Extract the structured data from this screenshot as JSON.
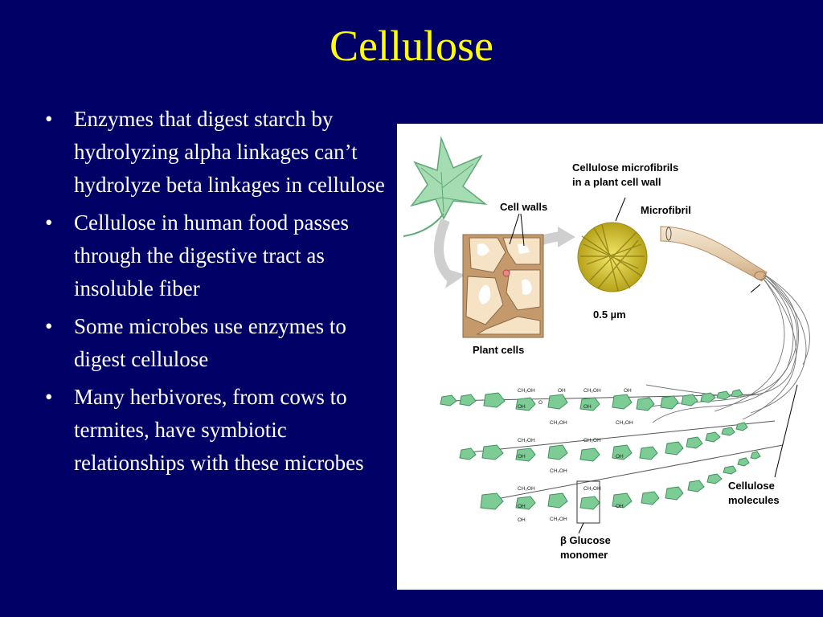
{
  "slide": {
    "title": "Cellulose",
    "bullets": [
      "Enzymes that digest starch by hydrolyzing alpha linkages can’t hydrolyze beta linkages in cellulose",
      "Cellulose in human food passes through the digestive tract as insoluble fiber",
      "Some microbes use enzymes to digest cellulose",
      "Many herbivores, from cows to termites, have symbiotic relationships with these microbes"
    ],
    "bullet_glyph": "•"
  },
  "figure": {
    "labels": {
      "microfibrils_line1": "Cellulose microfibrils",
      "microfibrils_line2": "in a plant cell wall",
      "cell_walls": "Cell walls",
      "microfibril": "Microfibril",
      "scale": "0.5 µm",
      "plant_cells": "Plant cells",
      "cellulose_molecules_line1": "Cellulose",
      "cellulose_molecules_line2": "molecules",
      "glucose_line1": "β Glucose",
      "glucose_line2": "monomer"
    },
    "chem": {
      "oh": "OH",
      "ch2oh": "CH₂OH",
      "o": "O"
    }
  },
  "colors": {
    "background": "#000066",
    "title": "#ffff00",
    "text": "#ffffff",
    "glucose_fill": "#7dcc96",
    "cell_wall": "#c49a6c",
    "microfibril_yellow": "#e0d13a"
  }
}
